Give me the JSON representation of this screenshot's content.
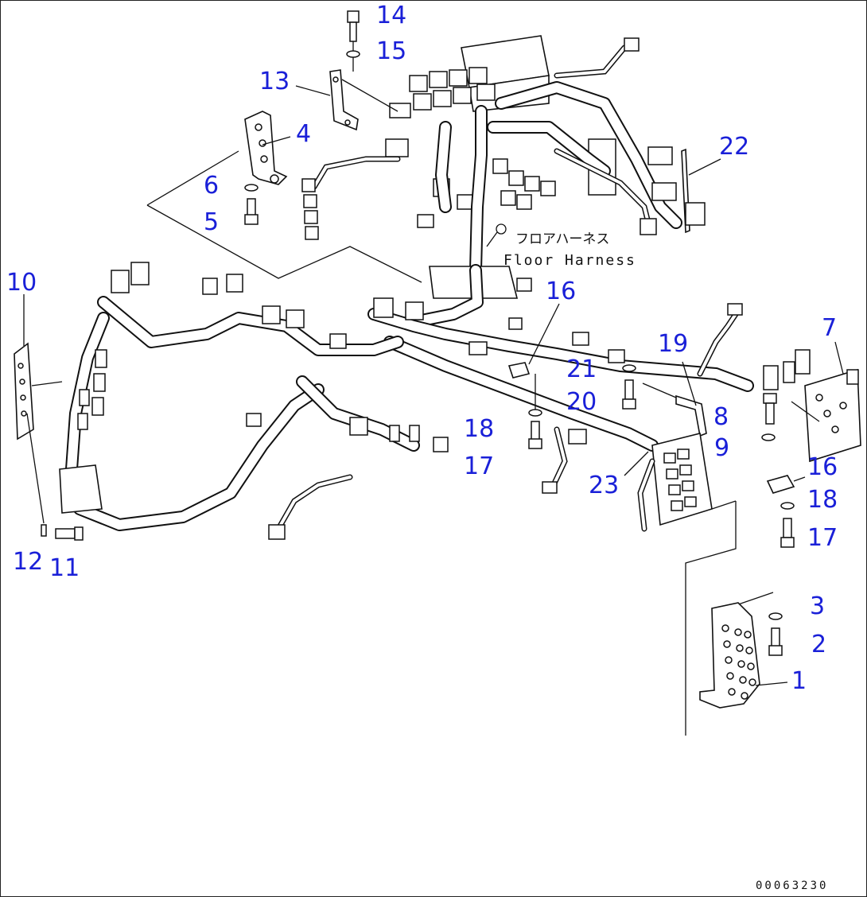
{
  "diagram": {
    "part_labels": {
      "p1": "1",
      "p2": "2",
      "p3": "3",
      "p4": "4",
      "p5": "5",
      "p6": "6",
      "p7": "7",
      "p8": "8",
      "p9": "9",
      "p10": "10",
      "p11": "11",
      "p12": "12",
      "p13": "13",
      "p14": "14",
      "p15": "15",
      "p16a": "16",
      "p16b": "16",
      "p17a": "17",
      "p17b": "17",
      "p18a": "18",
      "p18b": "18",
      "p19": "19",
      "p20": "20",
      "p21": "21",
      "p22": "22",
      "p23": "23"
    },
    "harness_label_jp": "フロアハーネス",
    "harness_label_en": "Floor Harness",
    "drawing_code": "00063230",
    "callout_color": "#1a20d8"
  }
}
